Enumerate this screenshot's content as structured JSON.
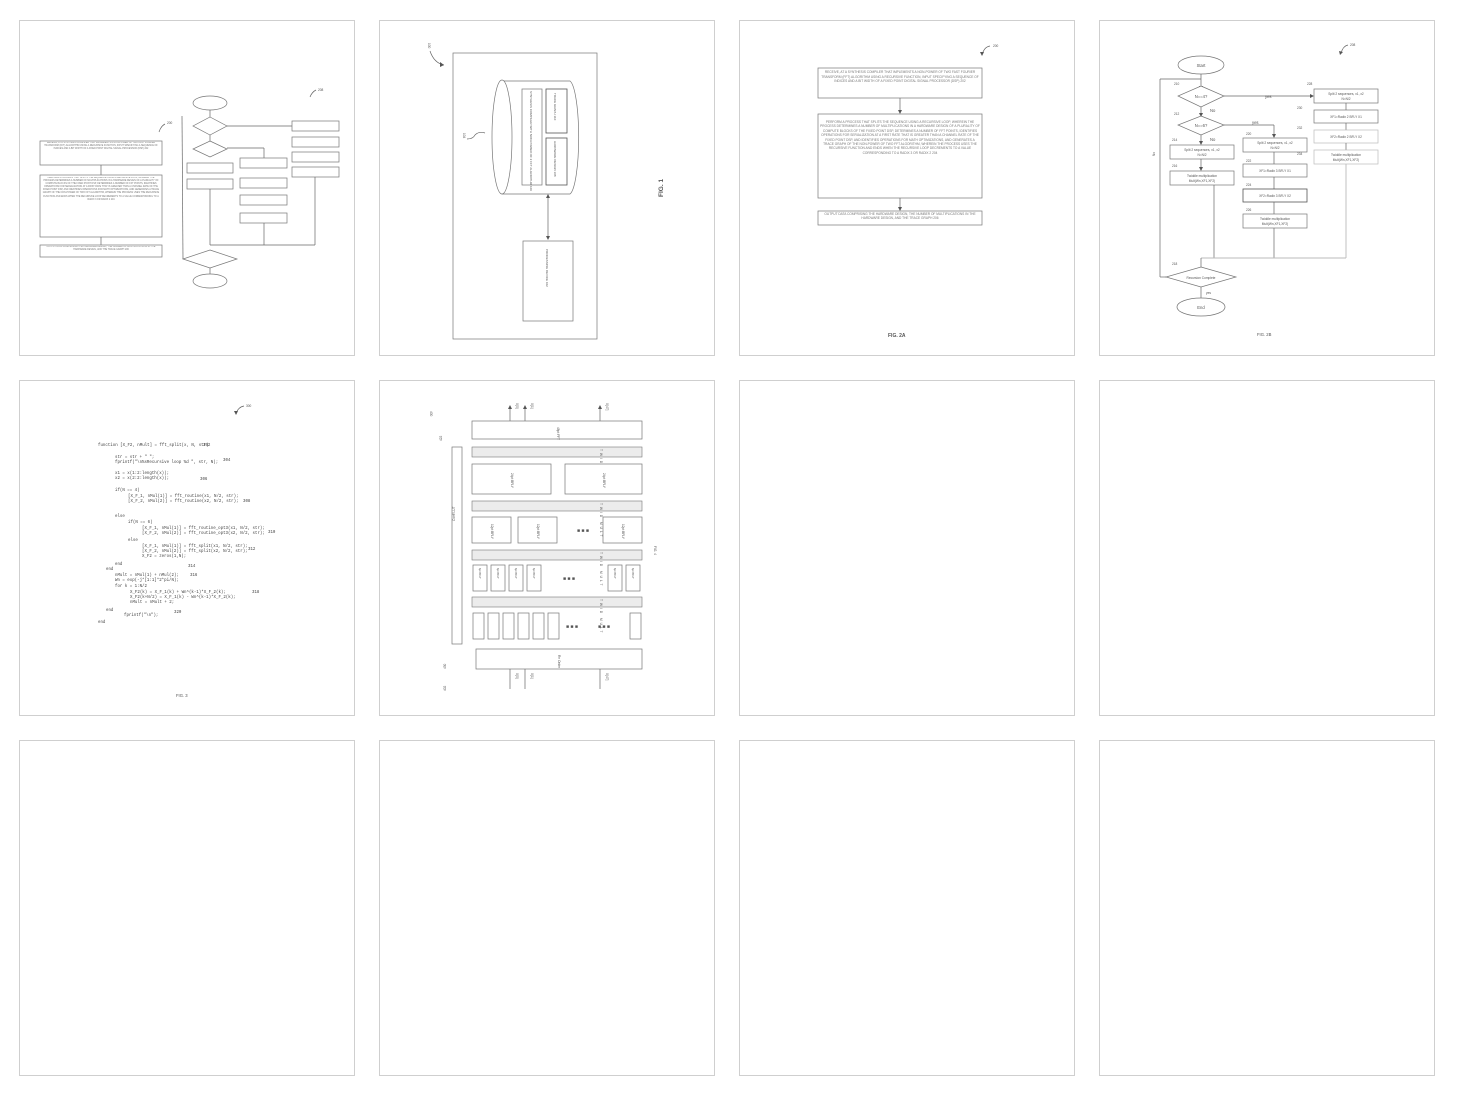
{
  "viewer": {
    "grid_columns": 4,
    "grid_rows": 3,
    "page_count": 12
  },
  "pages": [
    {
      "index": 1,
      "content": "fig2a_and_2b_combined",
      "ref_left": "200",
      "ref_right": "208",
      "steps": [
        "RECEIVE, AT A SYNTHESIS COMPILER THAT IMPLEMENTS A NON-POWER OF TWO FAST FOURIER TRANSFORM (FFT) ALGORITHM USING A RECURSIVE FUNCTION, INPUT SPECIFYING A SEQUENCE OF INDICES AND A BIT WIDTH OF A FIXED POINT DIGITAL SIGNAL PROCESSOR (DSP) 202",
        "PERFORM A PROCESS THAT SPLITS THE SEQUENCE USING A RECURSIVE LOOP, WHEREIN THE PROCESS DETERMINES A NUMBER OF MULTIPLICATIONS IN A HARDWARE DESIGN OF A PLURALITY OF COMPUTE BLOCKS OF THE FIXED POINT DSP, DETERMINES A NUMBER OF FFT POINTS, IDENTIFIES OPERATIONS FOR SERIALIZATION AT A FIRST RATE THAT IS GREATER THAN A CHANNEL RATE OF THE FIXED POINT DSP, AND IDENTIFIES OPERATIONS FOR MATH OPTIMIZATIONS, AND GENERATES A TRACE GRAPH OF THE NON-POWER OF TWO FFT ALGORITHM, WHEREIN THE PROCESS USES THE RECURSIVE FUNCTION AND ENDS WHEN THE RECURSIVE LOOP DECREMENTS TO A VALUE CORRESPONDING TO A RADIX 3 OR RADIX 2 204",
        "OUTPUT DATA COMPRISING THE HARDWARE DESIGN, THE NUMBER OF MULTIPLICATIONS IN THE HARDWARE DESIGN, AND THE TRACE GRAPH 206"
      ]
    },
    {
      "index": 2,
      "content": "fig1",
      "ref": "100",
      "storage_ref": "104",
      "blocks": {
        "compiler": "SYNTHESIS COMPILER WITH NON-POWER OF 2 FFT ALGORITHM 106",
        "trace_graph": "TRACE GRAPH 110",
        "hardware_design": "HARDWARE DESIGN 108",
        "processing_device": "PROCESSING DEVICE 102"
      },
      "caption": "FIG. 1"
    },
    {
      "index": 3,
      "content": "fig2a",
      "ref": "200",
      "steps": [
        "RECEIVE, AT A SYNTHESIS COMPILER THAT IMPLEMENTS A NON-POWER OF TWO FAST FOURIER TRANSFORM (FFT) ALGORITHM USING A RECURSIVE FUNCTION, INPUT SPECIFYING A SEQUENCE OF INDICES AND A BIT WIDTH OF A FIXED POINT DIGITAL SIGNAL PROCESSOR (DSP) 202",
        "PERFORM A PROCESS THAT SPLITS THE SEQUENCE USING A RECURSIVE LOOP, WHEREIN THE PROCESS DETERMINES A NUMBER OF MULTIPLICATIONS IN A HARDWARE DESIGN OF A PLURALITY OF COMPUTE BLOCKS OF THE FIXED POINT DSP, DETERMINES A NUMBER OF FFT POINTS, IDENTIFIES OPERATIONS FOR SERIALIZATION AT A FIRST RATE THAT IS GREATER THAN A CHANNEL RATE OF THE FIXED POINT DSP, AND IDENTIFIES OPERATIONS FOR MATH OPTIMIZATIONS, AND GENERATES A TRACE GRAPH OF THE NON-POWER OF TWO FFT ALGORITHM, WHEREIN THE PROCESS USES THE RECURSIVE FUNCTION AND ENDS WHEN THE RECURSIVE LOOP DECREMENTS TO A VALUE CORRESPONDING TO A RADIX 3 OR RADIX 2 204",
        "OUTPUT DATA COMPRISING THE HARDWARE DESIGN, THE NUMBER OF MULTIPLICATIONS IN THE HARDWARE DESIGN, AND THE TRACE GRAPH 206"
      ],
      "caption": "FIG. 2A"
    },
    {
      "index": 4,
      "content": "fig2b",
      "ref": "208",
      "start": "Start",
      "end": "End",
      "decision_1": {
        "ref": "210",
        "label": "N==4?"
      },
      "decision_2": {
        "ref": "212",
        "label": "N==6?"
      },
      "decision_3": {
        "ref": "218",
        "label": "Recursion Complete"
      },
      "yes": "yes",
      "no": "No",
      "left_col": [
        {
          "ref": "214",
          "line1": "Split 2 sequences, x1, x2",
          "line2": "N=N/2"
        },
        {
          "ref": "216",
          "line1": "Twiddle multiplication",
          "line2": "Mult(Wn,XF1,XF2)"
        }
      ],
      "mid_col": [
        {
          "ref": "220",
          "line1": "Split 2 sequences, x1, x2",
          "line2": "N=N/2"
        },
        {
          "ref": "222",
          "line1": "XF1=Radix 3 BFLY X1",
          "line2": ""
        },
        {
          "ref": "224",
          "line1": "XF2=Radix 3 BFLY X2",
          "line2": ""
        },
        {
          "ref": "226",
          "line1": "Twiddle multiplication",
          "line2": "Mult(Wn,XF1,XF2)"
        }
      ],
      "right_col": [
        {
          "ref": "228",
          "line1": "Split 2 sequences, x1, x2",
          "line2": "N=N/2"
        },
        {
          "ref": "230",
          "line1": "XF1=Radix 2 BFLY X1",
          "line2": ""
        },
        {
          "ref": "232",
          "line1": "XF2=Radix 2 BFLY X2",
          "line2": ""
        },
        {
          "ref": "234",
          "line1": "Twiddle multiplication",
          "line2": "Mult(Wn,XF1,XF2)"
        }
      ],
      "caption": "FIG. 2B"
    },
    {
      "index": 5,
      "content": "fig3",
      "ref": "300",
      "code_lines": [
        {
          "text": "function [X_F2, nMult] = fft_split(x, N, str)",
          "indent": 0,
          "ref": "302"
        },
        {
          "text": "str = str + \"  \";",
          "indent": 1,
          "ref": ""
        },
        {
          "text": "fprintf(\"\\n%sRecursive loop %d \", str, N);",
          "indent": 1,
          "ref": "304"
        },
        {
          "text": "x1 = x(1:2:length(x));",
          "indent": 1,
          "ref": ""
        },
        {
          "text": "x2 = x(2:2:length(x));",
          "indent": 1,
          "ref": "306"
        },
        {
          "text": "if(N == 4)",
          "indent": 1,
          "ref": ""
        },
        {
          "text": "[X_F_1, nMul(1)] = fft_routine(x1, N/2, str);",
          "indent": 2,
          "ref": ""
        },
        {
          "text": "[X_F_2, nMul(2)] = fft_routine(x2, N/2, str);",
          "indent": 2,
          "ref": "308"
        },
        {
          "text": "else",
          "indent": 1,
          "ref": ""
        },
        {
          "text": "if(N == 6)",
          "indent": 2,
          "ref": ""
        },
        {
          "text": "[X_F_1, nMul(1)] = fft_routine_opt3(x1, N/2, str);",
          "indent": 3,
          "ref": ""
        },
        {
          "text": "[X_F_2, nMul(2)] = fft_routine_opt3(x2, N/2, str);",
          "indent": 3,
          "ref": "310"
        },
        {
          "text": "else",
          "indent": 2,
          "ref": ""
        },
        {
          "text": "[X_F_1, nMul(1)] = fft_split(x1, N/2, str);",
          "indent": 3,
          "ref": ""
        },
        {
          "text": "[X_F_2, nMul(2)] = fft_split(x2, N/2, str);",
          "indent": 3,
          "ref": "312"
        },
        {
          "text": "X_F2 = zeros(1,N);",
          "indent": 3,
          "ref": ""
        },
        {
          "text": "end",
          "indent": 1,
          "ref": ""
        },
        {
          "text": "end",
          "indent": 0.5,
          "ref": "314"
        },
        {
          "text": "nMult = nMul(1) + nMul(2);",
          "indent": 1,
          "ref": ""
        },
        {
          "text": "Wn = exp(-j*[1:1]*2*pi/N);",
          "indent": 1,
          "ref": "316"
        },
        {
          "text": "for k = 1:N/2",
          "indent": 1,
          "ref": ""
        },
        {
          "text": "X_F2(k)       = X_F_1(k) + Wn^(k-1)*X_F_2(k);",
          "indent": 2,
          "ref": "318"
        },
        {
          "text": "X_F2(k+N/2)   = X_F_1(k) - Wn^(k-1)*X_F_2(k);",
          "indent": 2,
          "ref": ""
        },
        {
          "text": "nMult         = nMult + 2;",
          "indent": 2,
          "ref": ""
        },
        {
          "text": "end",
          "indent": 0.5,
          "ref": ""
        },
        {
          "text": "fprintf(\"\\n\");",
          "indent": 2,
          "ref": "320"
        },
        {
          "text": "end",
          "indent": 0,
          "ref": ""
        }
      ],
      "caption": "FIG. 3"
    },
    {
      "index": 6,
      "content": "fig4",
      "ref": "400",
      "output_block": {
        "ref": "422",
        "label": "48pt FFT"
      },
      "bfly24": {
        "ref": "418",
        "label": "24pt BFLY"
      },
      "bfly12": {
        "ref": "414",
        "label": "12pt BFLY"
      },
      "bfly6": {
        "ref": "410",
        "label": "6pt BFLY"
      },
      "rad3": {
        "ref": "406",
        "label": "Rad3"
      },
      "input_block": {
        "ref": "402",
        "label": "Re Order"
      },
      "twiddle_label": "TWID MULT",
      "twiddle_refs": [
        "408",
        "412",
        "416",
        "420"
      ],
      "coeff_lut": {
        "ref": "430",
        "label": "Coeff LUT"
      },
      "ref_404": "404",
      "inputs": [
        "X[0]",
        "X[1]",
        "X[47]"
      ],
      "outputs": [
        "X[0]",
        "X[1]",
        "X[47]"
      ],
      "caption": "FIG. 4"
    },
    {
      "index": 7,
      "content": "blank"
    },
    {
      "index": 8,
      "content": "blank"
    },
    {
      "index": 9,
      "content": "blank"
    },
    {
      "index": 10,
      "content": "blank"
    },
    {
      "index": 11,
      "content": "blank"
    },
    {
      "index": 12,
      "content": "blank"
    }
  ]
}
